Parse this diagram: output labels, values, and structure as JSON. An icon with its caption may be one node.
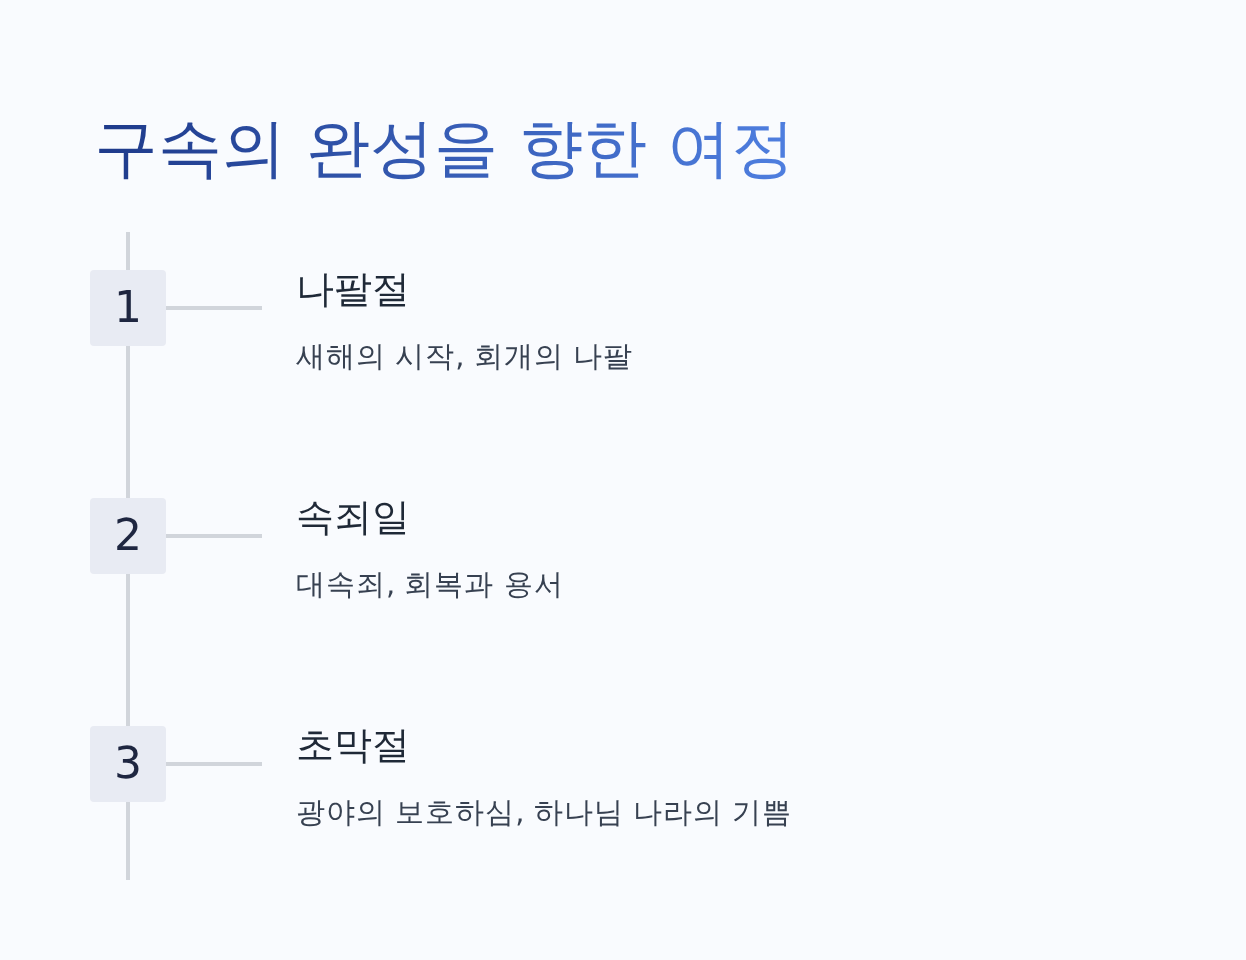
{
  "diagram": {
    "title": "구속의 완성을 향한 여정",
    "nodes": [
      {
        "text": [
          "1"
        ]
      },
      {
        "text": [
          "나팔절",
          "새해의 시작, 회개의 나팔"
        ]
      },
      {
        "text": [
          "2"
        ]
      },
      {
        "text": [
          "속죄일",
          "대속죄, 회복과 용서"
        ]
      },
      {
        "text": [
          "3"
        ]
      },
      {
        "text": [
          "초막절",
          "광야의 보호하심, 하나님 나라의 기쁨"
        ]
      }
    ],
    "edges": [
      {
        "from": 0,
        "to": 1,
        "arrow": "none"
      },
      {
        "from": 2,
        "to": 3,
        "arrow": "none"
      },
      {
        "from": 4,
        "to": 5,
        "arrow": "none"
      },
      {
        "from": 0,
        "to": 2,
        "arrow": "none"
      },
      {
        "from": 2,
        "to": 4,
        "arrow": "none"
      }
    ]
  }
}
